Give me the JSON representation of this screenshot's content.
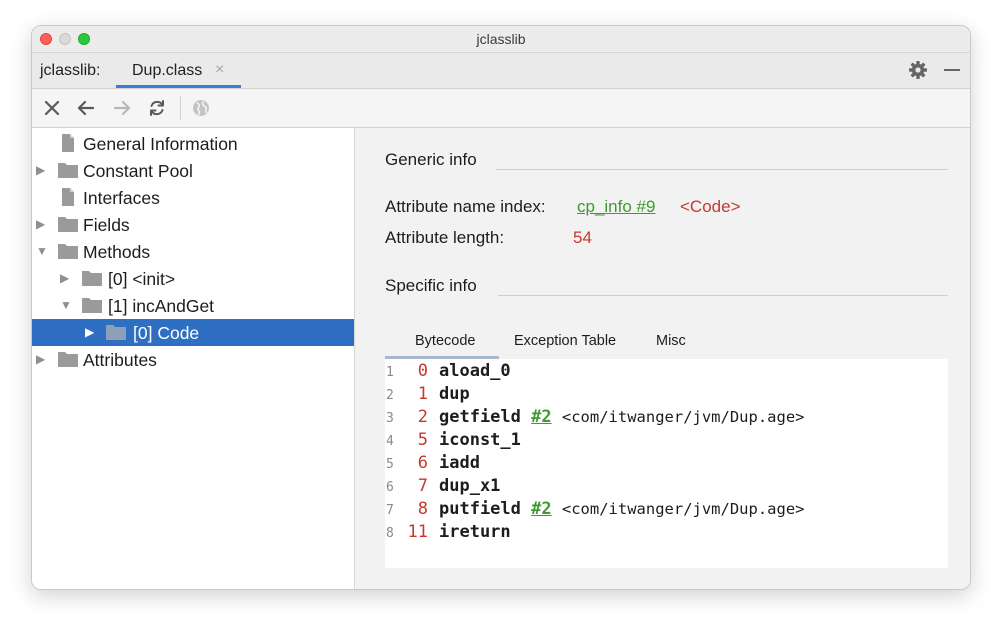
{
  "window": {
    "title": "jclasslib"
  },
  "tabbar": {
    "prefix": "jclasslib:",
    "tab_label": "Dup.class",
    "tab_close": "×"
  },
  "tree": {
    "general": "General Information",
    "constant_pool": "Constant Pool",
    "interfaces": "Interfaces",
    "fields": "Fields",
    "methods": "Methods",
    "method_init": "[0] <init>",
    "method_inc": "[1] incAndGet",
    "code": "[0] Code",
    "attributes": "Attributes"
  },
  "generic": {
    "title": "Generic info",
    "name_index_label": "Attribute name index:",
    "name_index_link": "cp_info #9",
    "name_index_value": "<Code>",
    "length_label": "Attribute length:",
    "length_value": "54"
  },
  "specific": {
    "title": "Specific info",
    "tabs": [
      "Bytecode",
      "Exception Table",
      "Misc"
    ]
  },
  "bytecode": [
    {
      "line": "1",
      "offset": "0",
      "op": "aload_0"
    },
    {
      "line": "2",
      "offset": "1",
      "op": "dup"
    },
    {
      "line": "3",
      "offset": "2",
      "op": "getfield",
      "ref": "#2",
      "comment": "<com/itwanger/jvm/Dup.age>"
    },
    {
      "line": "4",
      "offset": "5",
      "op": "iconst_1"
    },
    {
      "line": "5",
      "offset": "6",
      "op": "iadd"
    },
    {
      "line": "6",
      "offset": "7",
      "op": "dup_x1"
    },
    {
      "line": "7",
      "offset": "8",
      "op": "putfield",
      "ref": "#2",
      "comment": "<com/itwanger/jvm/Dup.age>"
    },
    {
      "line": "8",
      "offset": "11",
      "op": "ireturn"
    }
  ],
  "icons": {
    "close": "close-icon",
    "back": "arrow-left-icon",
    "forward": "arrow-right-icon",
    "reload": "refresh-icon",
    "web": "globe-icon",
    "settings": "gear-icon",
    "minimize": "minimize-icon",
    "folder": "folder-icon",
    "page": "page-icon"
  },
  "colors": {
    "selection": "#2f6fc3",
    "link_green": "#3f9b2d",
    "value_red": "#c6392c",
    "tab_accent": "#3d7bd1"
  }
}
